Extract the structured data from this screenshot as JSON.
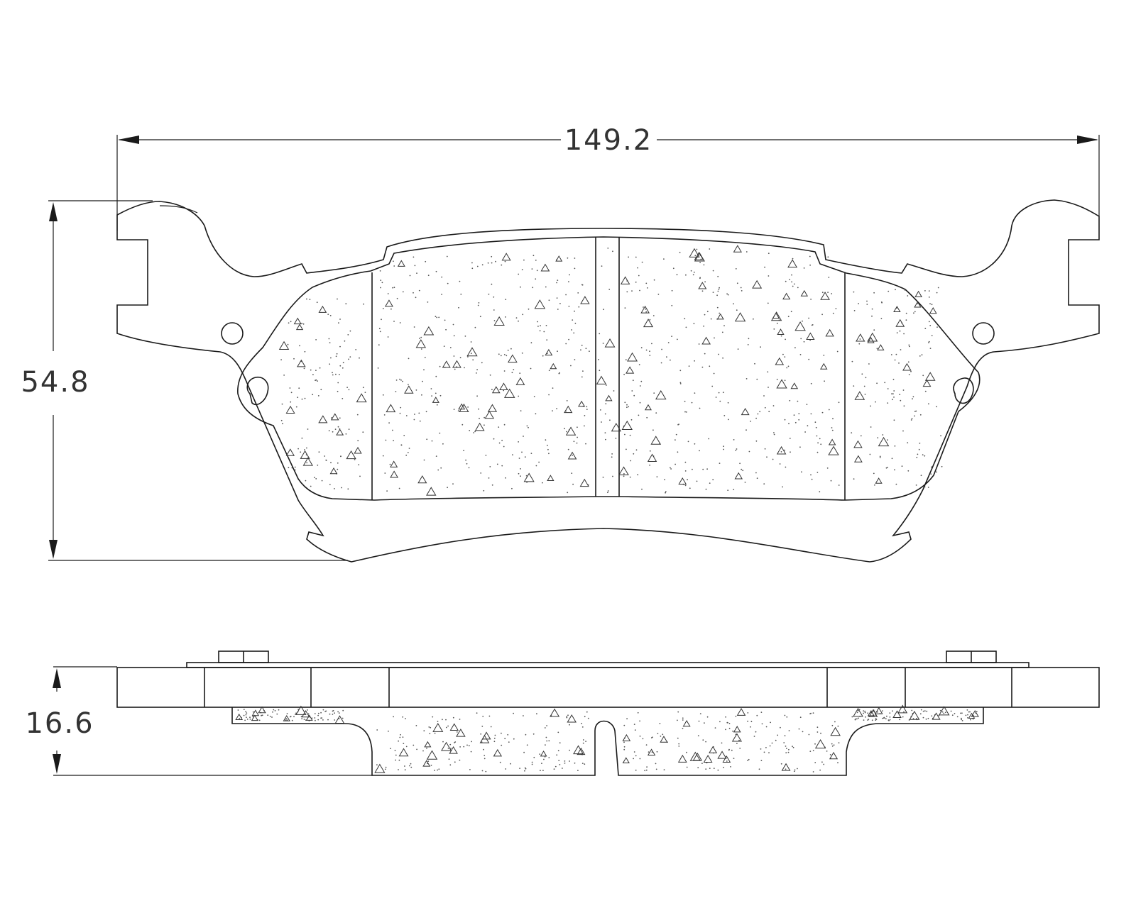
{
  "dimensions": {
    "width": "149.2",
    "height": "54.8",
    "thickness": "16.6"
  },
  "colors": {
    "line": "#1a1a1a",
    "text": "#333333",
    "background": "#ffffff"
  }
}
